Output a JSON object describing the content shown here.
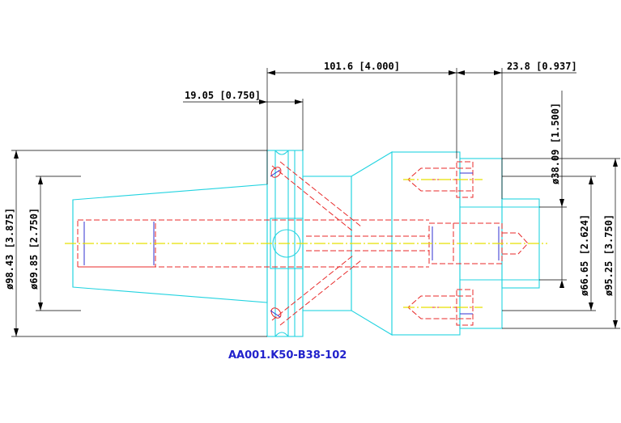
{
  "dimensions": {
    "overall_length": "101.6 [4.000]",
    "flange_width": "19.05 [0.750]",
    "end_length": "23.8 [0.937]",
    "d_98_43": "ø98.43 [3.875]",
    "d_69_85": "ø69.85 [2.750]",
    "d_38_09": "ø38.09 [1.500]",
    "d_66_65": "ø66.65 [2.624]",
    "d_95_25": "ø95.25 [3.750]"
  },
  "part_number": "AA001.K50-B38-102",
  "colors": {
    "outline": "#22d3e0",
    "hidden": "#e82828",
    "centerline": "#e8e000",
    "detail": "#3030d0",
    "dimension": "#000000",
    "part_label": "#2222cc"
  }
}
